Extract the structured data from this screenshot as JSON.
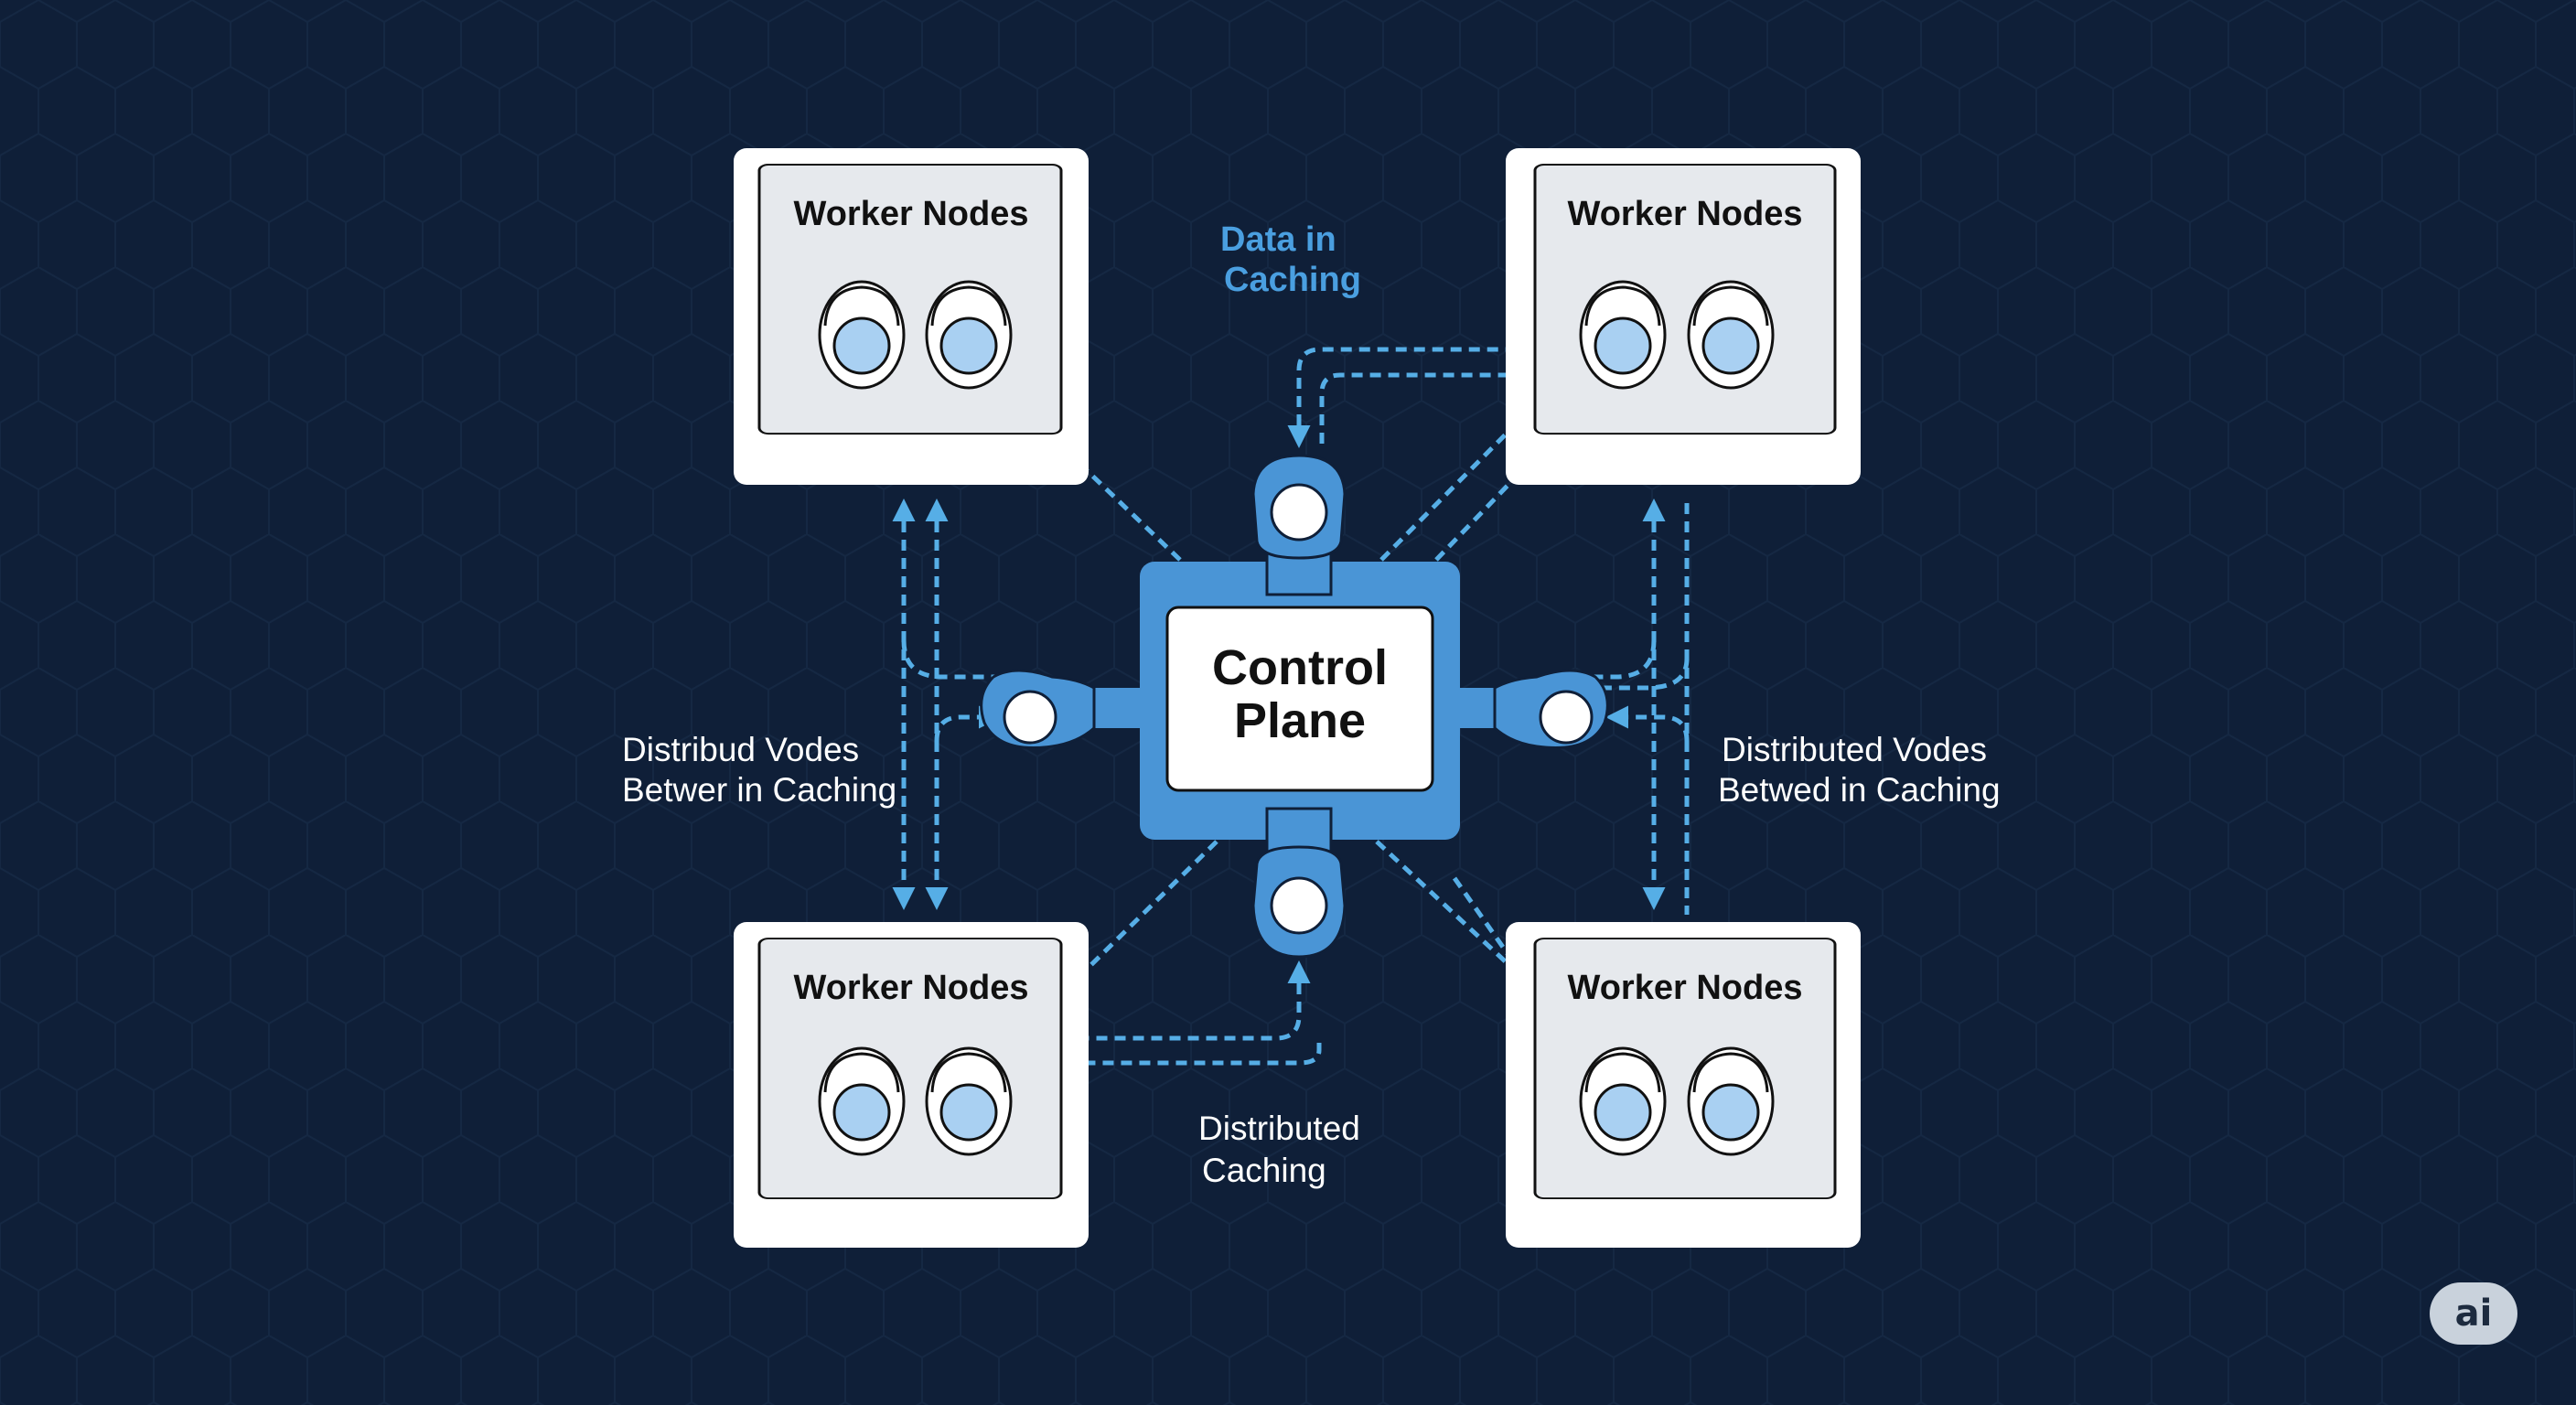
{
  "diagram": {
    "worker_nodes": [
      {
        "id": "top-left",
        "title": "Worker Nodes"
      },
      {
        "id": "top-right",
        "title": "Worker Nodes"
      },
      {
        "id": "bottom-left",
        "title": "Worker Nodes"
      },
      {
        "id": "bottom-right",
        "title": "Worker Nodes"
      }
    ],
    "control_plane": {
      "line1": "Control",
      "line2": "Plane"
    },
    "labels": {
      "data_caching": {
        "line1": "Data in",
        "line2": "Caching"
      },
      "left": {
        "line1": "Distribud Vodes",
        "line2": "Betwer in Caching"
      },
      "right": {
        "line1": "Distributed Vodes",
        "line2": "Betwed in Caching"
      },
      "bottom": {
        "line1": "Distributed",
        "line2": "Caching"
      }
    }
  },
  "badge": {
    "text": "ai"
  },
  "colors": {
    "background": "#0f1f38",
    "accent": "#4a95d6",
    "arrow": "#56aee6",
    "card": "#ffffff",
    "panel": "#e6e9ed",
    "text_dark": "#111111",
    "label_blue": "#4a9fe0",
    "label_white": "#ffffff"
  }
}
